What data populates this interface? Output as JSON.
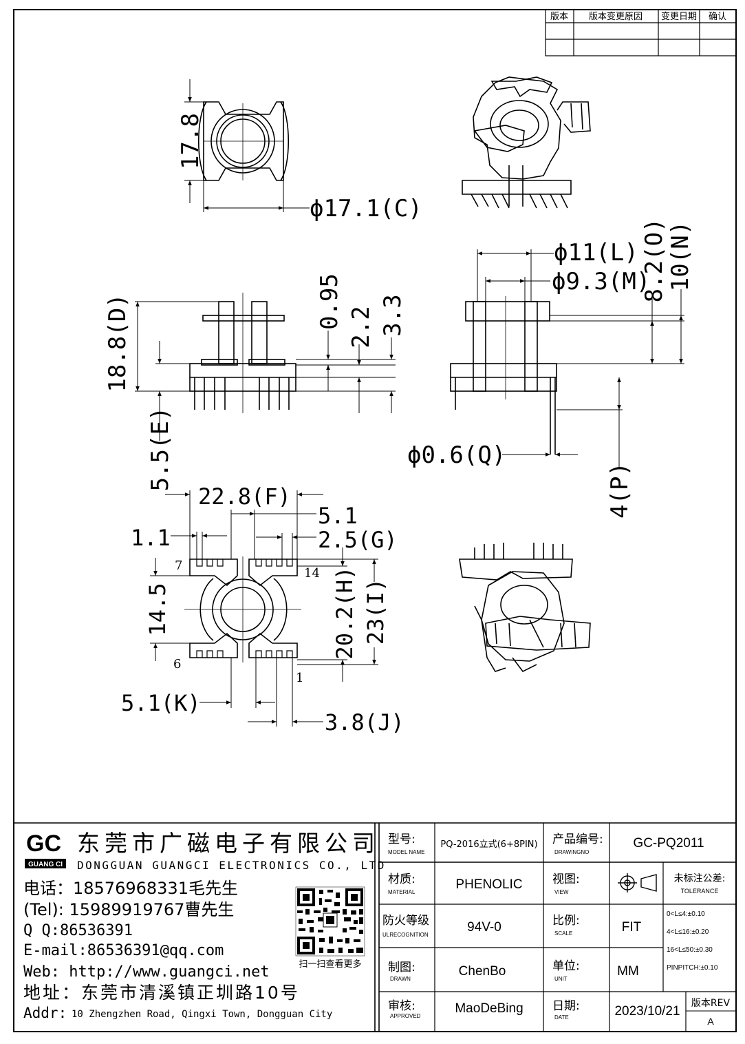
{
  "revision_table": {
    "headers": [
      "版本",
      "版本变更原因",
      "变更日期",
      "确认"
    ]
  },
  "dimensions": {
    "top_height": "17.8",
    "top_dia_c": "ϕ17.1(C)",
    "height_d": "18.8(D)",
    "height_e": "5.5(E)",
    "d_095": "0.95",
    "d_22": "2.2",
    "d_33": "3.3",
    "dia_l": "ϕ11(L)",
    "dia_m": "ϕ9.3(M)",
    "d_o": "8.2(O)",
    "d_n": "10(N)",
    "dia_q": "ϕ0.6(Q)",
    "d_p": "4(P)",
    "width_f": "22.8(F)",
    "d_51_top": "5.1",
    "d_11": "1.1",
    "d_g": "2.5(G)",
    "d_145": "14.5",
    "d_h": "20.2(H)",
    "d_i": "23(I)",
    "d_k": "5.1(K)",
    "d_j": "3.8(J)",
    "pin_7": "7",
    "pin_14": "14",
    "pin_6": "6",
    "pin_1": "1"
  },
  "company": {
    "logo_letters": "GC",
    "logo_sub": "GUANG CI",
    "name_cn": "东莞市广磁电子有限公司",
    "name_en": "DONGGUAN GUANGCI ELECTRONICS CO., LTD",
    "phone1": "电话：18576968331毛先生",
    "phone2": "(Tel): 15989919767曹先生",
    "qq": "Q Q:86536391",
    "email": "E-mail:86536391@qq.com",
    "web": "Web: http://www.guangci.net",
    "address_cn": "地址：东莞市清溪镇正圳路10号",
    "address_en_label": "Addr:",
    "address_en": "10 Zhengzhen Road, Qingxi Town, Dongguan City",
    "qr_caption": "扫一扫查看更多"
  },
  "title_block": {
    "model_label": "型号:",
    "model_sub": "MODEL NAME",
    "model_value": "PQ-2016立式(6+8PIN)",
    "drawing_label": "产品编号:",
    "drawing_sub": "DRAWINGNO",
    "drawing_value": "GC-PQ2011",
    "material_label": "材质:",
    "material_sub": "MATERIAL",
    "material_value": "PHENOLIC",
    "view_label": "视图:",
    "view_sub": "VIEW",
    "tolerance_label": "未标注公差:",
    "tolerance_sub": "TOLERANCE",
    "tol_1": "0<L≤4:±0.10",
    "tol_2": "4<L≤16:±0.20",
    "tol_3": "16<L≤50:±0.30",
    "tol_4": "PINPITCH:±0.10",
    "fire_label": "防火等级",
    "fire_sub": "ULRECOGNITION",
    "fire_value": "94V-0",
    "scale_label": "比例:",
    "scale_sub": "SCALE",
    "scale_value": "FIT",
    "drawn_label": "制图:",
    "drawn_sub": "DRAWN",
    "drawn_value": "ChenBo",
    "unit_label": "单位:",
    "unit_sub": "UNIT",
    "unit_value": "MM",
    "approved_label": "审核:",
    "approved_sub": "APPROVED",
    "approved_value": "MaoDeBing",
    "date_label": "日期:",
    "date_sub": "DATE",
    "date_value": "2023/10/21",
    "rev_label": "版本REV",
    "rev_value": "A"
  }
}
